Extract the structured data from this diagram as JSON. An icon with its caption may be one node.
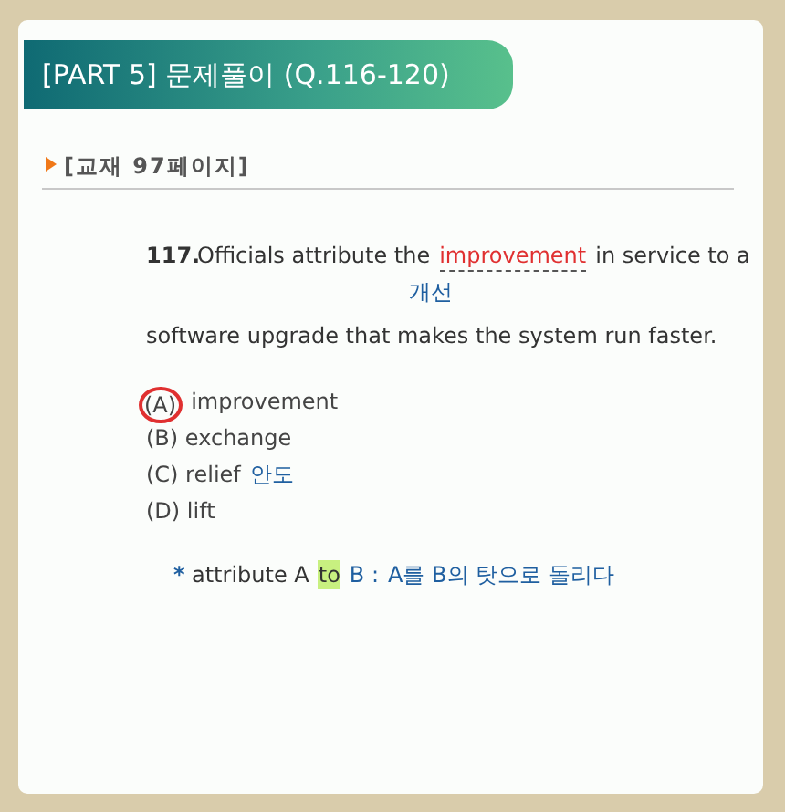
{
  "diagram": {
    "title": "[PART 5] 문제풀이 (Q.116-120)",
    "labels": [
      "[교재 97페이지]",
      "117.",
      "Officials attribute the",
      "improvement",
      "in service to a",
      "개선",
      "software upgrade that makes the system run faster.",
      "(A)",
      "improvement",
      "(B) exchange",
      "(C) relief",
      "안도",
      "(D) lift",
      "*",
      "attribute A",
      "to",
      "B :",
      "A를 B의 탓으로 돌리다"
    ]
  }
}
